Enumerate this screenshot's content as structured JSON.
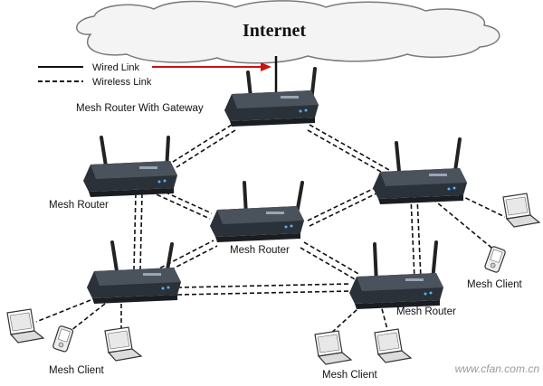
{
  "cloud": {
    "label": "Internet"
  },
  "legend": {
    "wired_label": "Wired Link",
    "wireless_label": "Wireless Link",
    "arrow_color": "#cc1111"
  },
  "labels": {
    "gateway": "Mesh Router With Gateway",
    "router_left": "Mesh Router",
    "router_center": "Mesh Router",
    "router_bottom_right": "Mesh Router",
    "client_right": "Mesh Client",
    "client_bottom_left": "Mesh Client",
    "client_bottom_center": "Mesh Client"
  },
  "watermark": "www.cfan.com.cn",
  "colors": {
    "router_body": "#2b3138",
    "router_top": "#4a525c",
    "link": "#111111",
    "cloud_fill": "#f4f4f4",
    "cloud_stroke": "#7a7a7a"
  }
}
